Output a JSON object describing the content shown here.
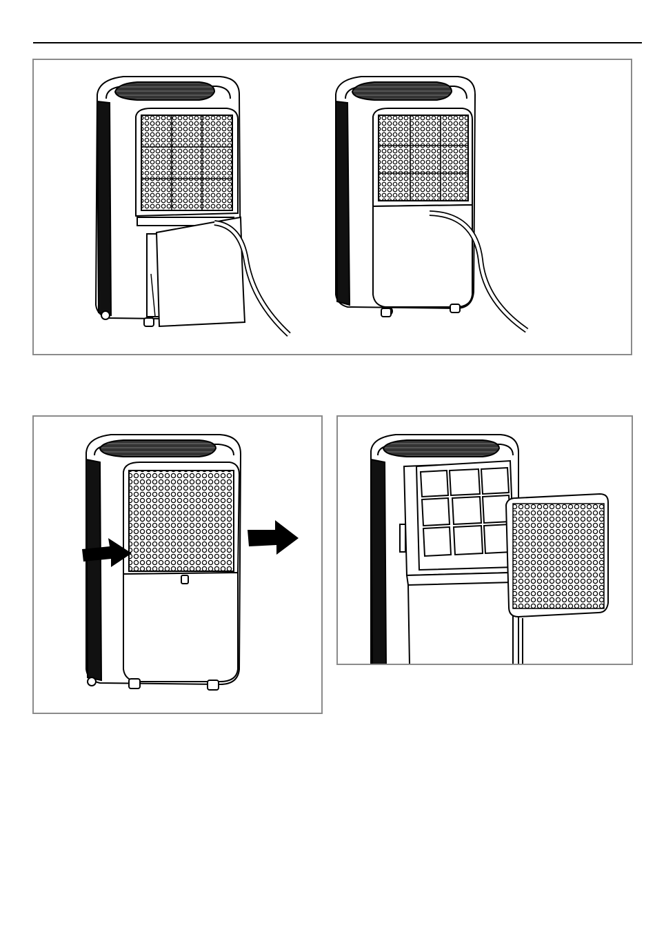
{
  "page": {
    "figures": [
      {
        "id": "figure-1",
        "icons": [
          "dehumidifier-icon",
          "drain-hose-icon",
          "dehumidifier-icon",
          "drain-hose-icon"
        ]
      },
      {
        "id": "figure-2",
        "icons": [
          "dehumidifier-icon",
          "arrow-right-icon",
          "arrow-right-icon"
        ]
      },
      {
        "id": "figure-3",
        "icons": [
          "dehumidifier-icon",
          "filter-frame-icon",
          "front-grille-icon"
        ]
      }
    ],
    "colors": {
      "line": "#000000",
      "frame": "#8a8a8a",
      "background": "#ffffff"
    }
  }
}
